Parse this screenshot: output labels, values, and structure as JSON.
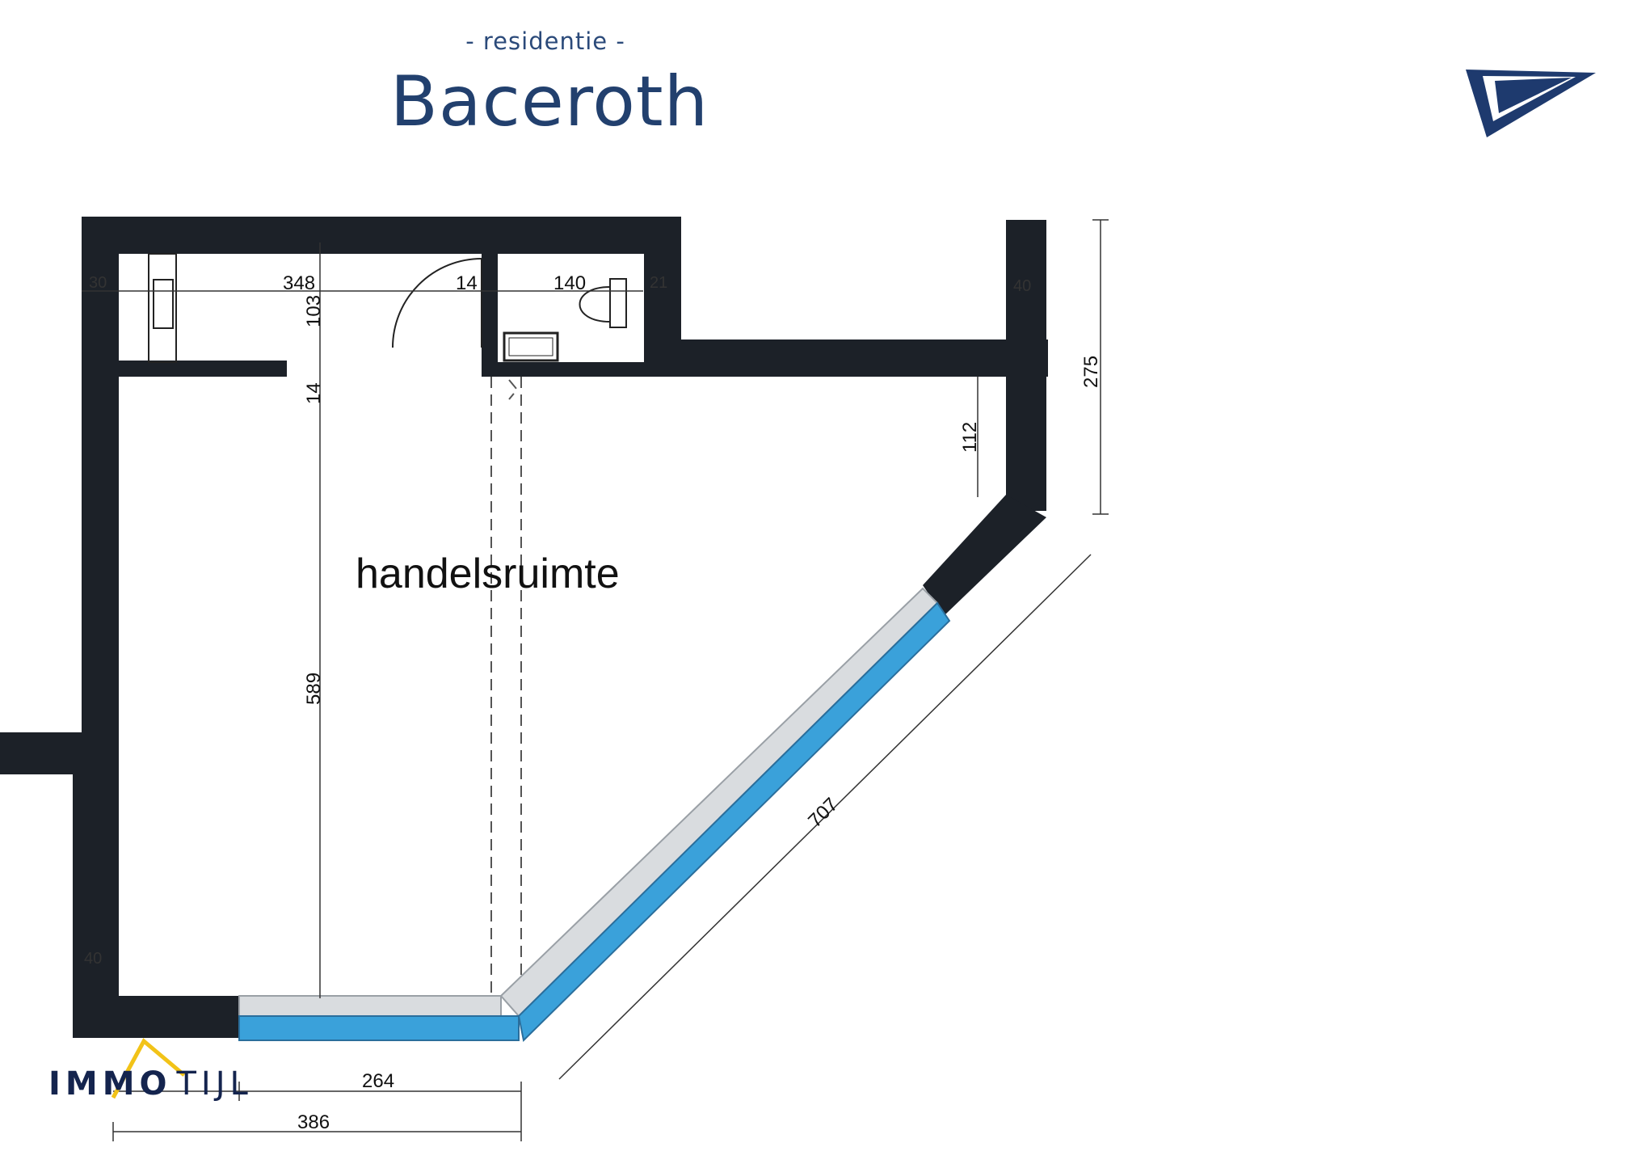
{
  "header": {
    "subtitle": "- residentie -",
    "title": "Baceroth"
  },
  "room": {
    "label": "handelsruimte"
  },
  "dimensions": {
    "d348": "348",
    "d14_top": "14",
    "d140": "140",
    "d103": "103",
    "d14_left": "14",
    "d589": "589",
    "d112": "112",
    "d275": "275",
    "d707": "707",
    "d264": "264",
    "d386": "386",
    "d40_right": "40",
    "d40_left": "40",
    "d30": "30",
    "d21": "21"
  },
  "logo": {
    "part1": "IMMO",
    "part2": "TIJL"
  },
  "colors": {
    "wall": "#1c2128",
    "glass": "#3aa1da",
    "frame": "#d9dcdf",
    "brand": "#22406e",
    "logo_roof": "#f2c318"
  }
}
